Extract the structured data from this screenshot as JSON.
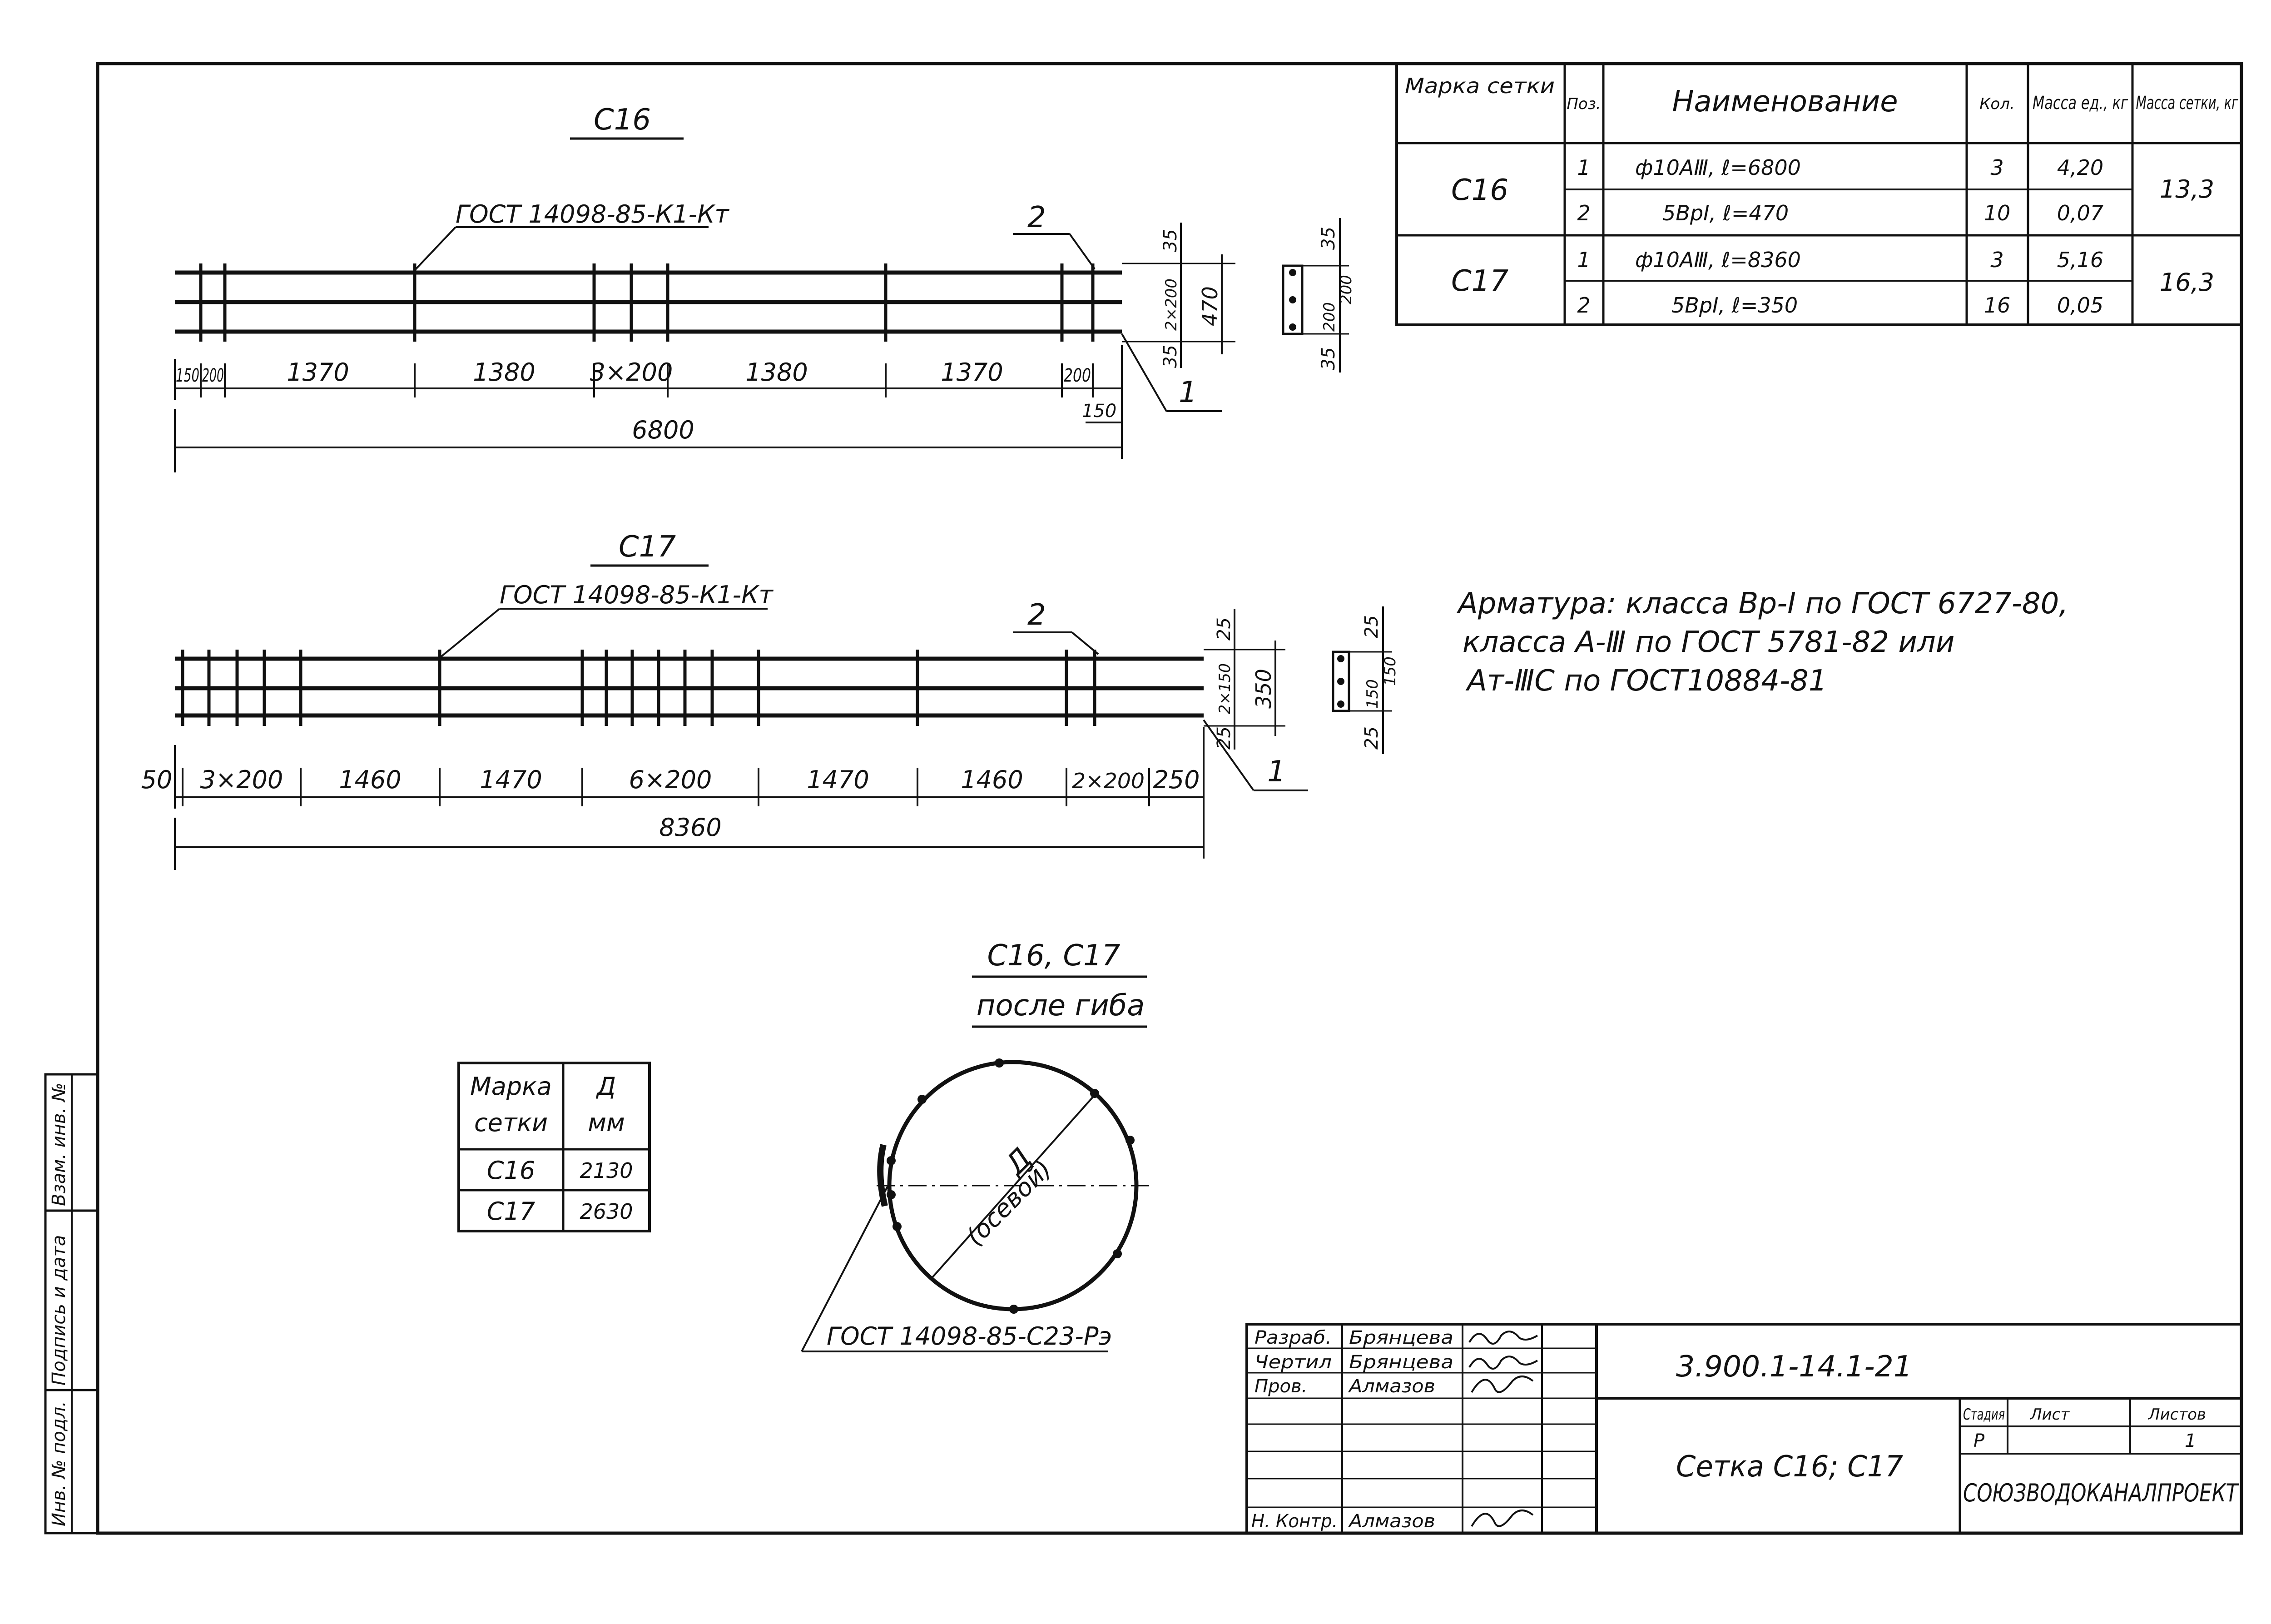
{
  "spec_table": {
    "headers": [
      "Марка сетки",
      "Поз.",
      "Наименование",
      "Кол.",
      "Масса ед., кг",
      "Масса сетки, кг"
    ],
    "groups": [
      {
        "mark": "С16",
        "total": "13,3",
        "rows": [
          {
            "pos": "1",
            "name": "ф10АⅢ,  ℓ=6800",
            "qty": "3",
            "mass": "4,20"
          },
          {
            "pos": "2",
            "name": "5ВрI,  ℓ=470",
            "qty": "10",
            "mass": "0,07"
          }
        ]
      },
      {
        "mark": "С17",
        "total": "16,3",
        "rows": [
          {
            "pos": "1",
            "name": "ф10АⅢ,  ℓ=8360",
            "qty": "3",
            "mass": "5,16"
          },
          {
            "pos": "2",
            "name": "5ВрI,  ℓ=350",
            "qty": "16",
            "mass": "0,05"
          }
        ]
      }
    ]
  },
  "c16": {
    "title": "С16",
    "gost": "ГОСТ 14098-85-К1-Кт",
    "callout_2": "2",
    "callout_1": "1",
    "dims": [
      "150",
      "200",
      "1370",
      "1380",
      "3×200",
      "1380",
      "1370",
      "200",
      "150"
    ],
    "total": "6800",
    "side_dims": [
      "35",
      "2×200",
      "470",
      "35"
    ],
    "section_dims": [
      "35",
      "200",
      "200",
      "35"
    ]
  },
  "c17": {
    "title": "С17",
    "gost": "ГОСТ 14098-85-К1-Кт",
    "callout_2": "2",
    "callout_1": "1",
    "dims": [
      "50",
      "3×200",
      "1460",
      "1470",
      "6×200",
      "1470",
      "1460",
      "2×200",
      "250"
    ],
    "total": "8360",
    "side_dims": [
      "25",
      "2×150",
      "350",
      "25"
    ],
    "section_dims": [
      "25",
      "150",
      "150",
      "25"
    ]
  },
  "notes": {
    "lines": [
      "Арматура:  класса Вр-I  по ГОСТ 6727-80,",
      "класса  А-Ⅲ  по ГОСТ 5781-82  или",
      "Ат-ⅢС  по ГОСТ10884-81"
    ]
  },
  "bend": {
    "title": "С16, С17",
    "subtitle": "после гиба",
    "diameter_label": "Д",
    "diameter_note": "(осевой)",
    "gost": "ГОСТ 14098-85-С23-Рэ"
  },
  "diam_table": {
    "headers": [
      "Марка сетки",
      "Д мм"
    ],
    "rows": [
      {
        "mark": "С16",
        "d": "2130"
      },
      {
        "mark": "С17",
        "d": "2630"
      }
    ]
  },
  "side_strip": [
    "Инв. № подл.",
    "Подпись и дата",
    "Взам. инв. №"
  ],
  "title_block": {
    "roles": [
      {
        "role": "Разраб.",
        "name": "Брянцева"
      },
      {
        "role": "Чертил",
        "name": "Брянцева"
      },
      {
        "role": "Пров.",
        "name": "Алмазов"
      },
      {
        "role": "Н. Контр.",
        "name": "Алмазов"
      }
    ],
    "code": "3.900.1-14.1-21",
    "sheet_title": "Сетка С16; С17",
    "stage_label": "Стадия",
    "sheet_label": "Лист",
    "sheets_label": "Листов",
    "stage": "Р",
    "sheets": "1",
    "organization": "СОЮЗВОДОКАНАЛПРОЕКТ"
  },
  "colors": {
    "ink": "#111111",
    "paper": "#ffffff"
  }
}
